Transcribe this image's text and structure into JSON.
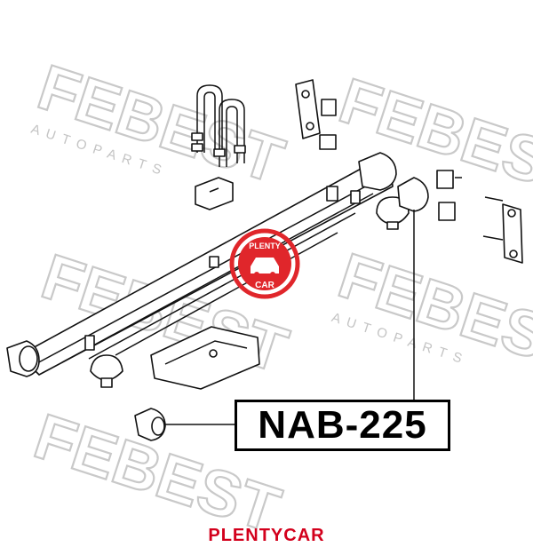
{
  "watermark": {
    "brand": "FEBEST",
    "sub": "A U T O   P A R T S"
  },
  "stamp": {
    "top_text": "PLENTY",
    "bottom_text": "CAR",
    "color": "#e0262b"
  },
  "part_label": "NAB-225",
  "footer": "PLENTYCAR"
}
